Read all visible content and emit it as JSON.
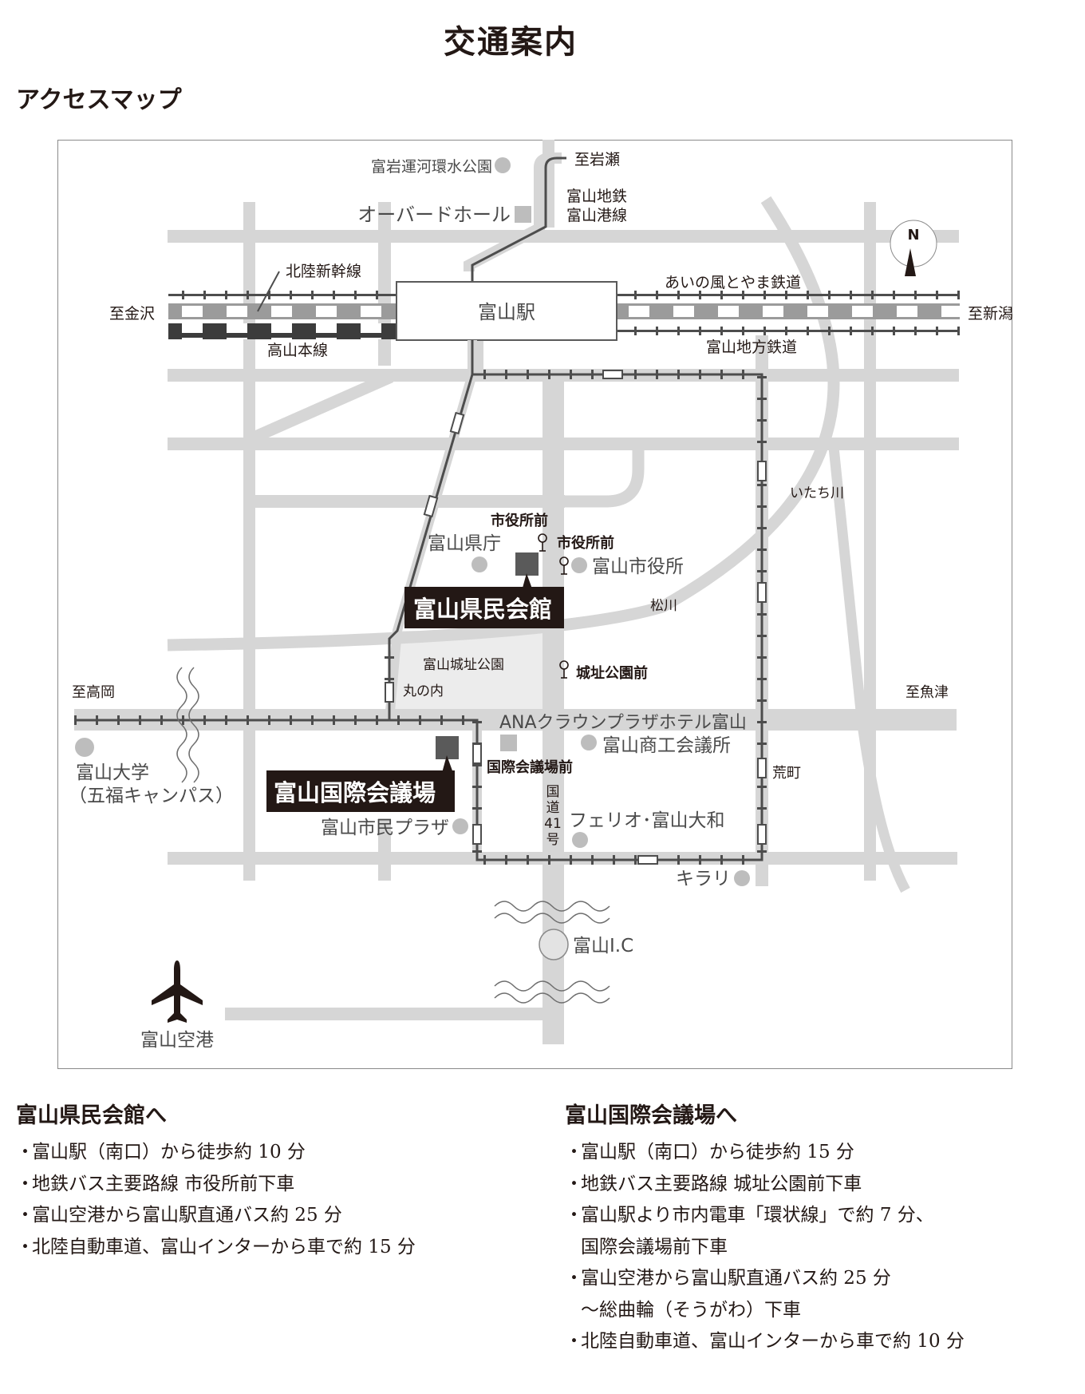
{
  "header": {
    "title": "交通案内",
    "section": "アクセスマップ"
  },
  "map": {
    "compass": "N",
    "rail": {
      "shinkansen": "北陸新幹線",
      "takayama": "高山本線",
      "ainokaze": "あいの風とやま鉄道",
      "chiho": "富山地方鉄道",
      "kowasen_1": "富山地鉄",
      "kowasen_2": "富山港線"
    },
    "directions": {
      "kanazawa": "至金沢",
      "niigata": "至新潟",
      "iwase": "至岩瀬",
      "takaoka": "至高岡",
      "uozu": "至魚津"
    },
    "station": "富山駅",
    "rivers": {
      "itachi": "いたち川",
      "matsu": "松川"
    },
    "road": {
      "route41": [
        "国",
        "道",
        "41",
        "号"
      ],
      "ic": "富山I.C"
    },
    "landmarks": {
      "fugan_park": "富岩運河環水公園",
      "aubade": "オーバードホール",
      "pref_office": "富山県庁",
      "city_office": "富山市役所",
      "castle_park": "富山城址公園",
      "ana_hotel": "ANAクラウンプラザホテル富山",
      "chamber": "富山商工会議所",
      "univ_1": "富山大学",
      "univ_2": "（五福キャンパス）",
      "plaza": "富山市民プラザ",
      "ferio": "フェリオ･富山大和",
      "kirari": "キラリ",
      "airport": "富山空港"
    },
    "stops": {
      "shiyakusho_tram": "市役所前",
      "shiyakusho_bus": "市役所前",
      "marunouchi": "丸の内",
      "joshi_koen": "城址公園前",
      "kokusai": "国際会議場前",
      "aramachi": "荒町"
    },
    "venues": {
      "kenmin": "富山県民会館",
      "kokusai": "富山国際会議場"
    }
  },
  "access": [
    {
      "title": "富山県民会館へ",
      "items": [
        {
          "text": "富山駅（南口）から徒歩約 10 分"
        },
        {
          "text": "地鉄バス主要路線 市役所前下車"
        },
        {
          "text": "富山空港から富山駅直通バス約 25 分"
        },
        {
          "text": "北陸自動車道、富山インターから車で約 15 分"
        }
      ]
    },
    {
      "title": "富山国際会議場へ",
      "items": [
        {
          "text": "富山駅（南口）から徒歩約 15 分"
        },
        {
          "text": "地鉄バス主要路線 城址公園前下車"
        },
        {
          "text": "富山駅より市内電車「環状線」で約 7 分、",
          "cont": "国際会議場前下車"
        },
        {
          "text": "富山空港から富山駅直通バス約 25 分",
          "cont": "～総曲輪（そうがわ）下車"
        },
        {
          "text": "北陸自動車道、富山インターから車で約 10 分"
        }
      ]
    }
  ],
  "bullet": "・",
  "colors": {
    "road": "#d6d6d6",
    "park": "#ececec",
    "track": "#4d4d4d",
    "landmark": "#bdbdbd",
    "venue_marker": "#5a5a5a",
    "venue_label_bg": "#231815"
  }
}
